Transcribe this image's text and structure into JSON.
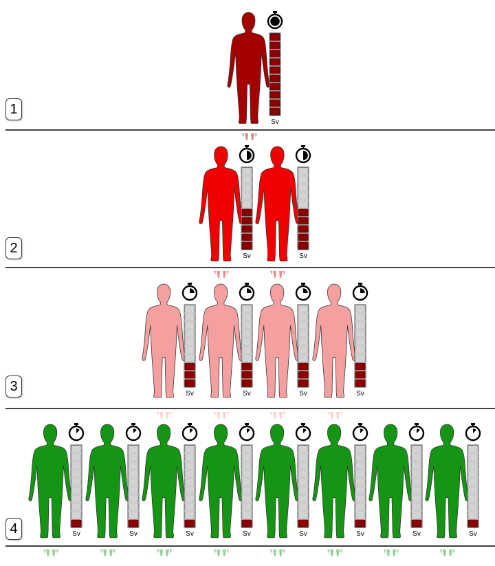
{
  "colors": {
    "background": "#ffffff",
    "divider": "#000000",
    "level_filled": "#8b0000",
    "level_empty": "#d3d3d3"
  },
  "unit": "Sv",
  "rows": [
    {
      "label": "1",
      "people": 1,
      "body_color": "#a40000",
      "timer_fraction": 1.0,
      "dose_level": 1.0
    },
    {
      "label": "2",
      "people": 2,
      "body_color": "#f00000",
      "timer_fraction": 0.5,
      "dose_level": 0.5
    },
    {
      "label": "3",
      "people": 4,
      "body_color": "#f4a0a0",
      "timer_fraction": 0.25,
      "dose_level": 0.25
    },
    {
      "label": "4",
      "people": 8,
      "body_color": "#149614",
      "timer_fraction": 0.125,
      "dose_level": 0.125
    }
  ]
}
